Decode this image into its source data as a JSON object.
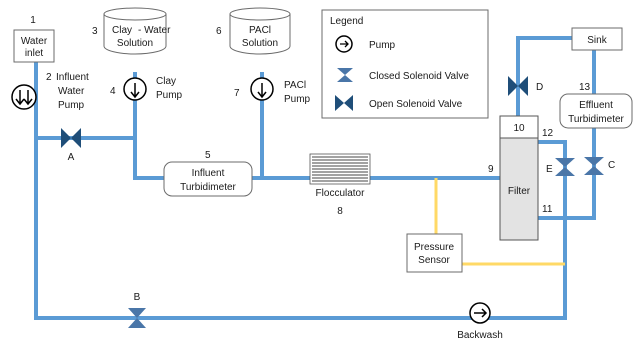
{
  "components": {
    "water_inlet": {
      "num": "1",
      "label_l1": "Water",
      "label_l2": "inlet"
    },
    "influent_pump": {
      "num": "2",
      "label_l1": "Influent",
      "label_l2": "Water",
      "label_l3": "Pump"
    },
    "clay_solution": {
      "num": "3",
      "label_l1": "Clay",
      "label_l1b": "- Water",
      "label_l2": "Solution"
    },
    "clay_pump": {
      "num": "4",
      "label_l1": "Clay",
      "label_l2": "Pump"
    },
    "influent_turbidimeter": {
      "num": "5",
      "label_l1": "Influent",
      "label_l2": "Turbidimeter"
    },
    "pacl_solution": {
      "num": "6",
      "label_l1": "PACl",
      "label_l2": "Solution"
    },
    "pacl_pump": {
      "num": "7",
      "label_l1": "PACl",
      "label_l2": "Pump"
    },
    "flocculator": {
      "num": "8",
      "label": "Flocculator"
    },
    "filter": {
      "label": "Filter",
      "inlet_num": "9",
      "top_num": "10",
      "bottom_num": "11",
      "side_num": "12"
    },
    "effluent_turbidimeter": {
      "num": "13",
      "label_l1": "Effluent",
      "label_l2": "Turbidimeter"
    },
    "sink": {
      "label": "Sink"
    },
    "pressure_sensor": {
      "label_l1": "Pressure",
      "label_l2": "Sensor"
    },
    "backwash": {
      "label": "Backwash"
    }
  },
  "valves": {
    "A": "A",
    "B": "B",
    "C": "C",
    "D": "D",
    "E": "E"
  },
  "legend": {
    "title": "Legend",
    "pump": "Pump",
    "closed_valve": "Closed Solenoid Valve",
    "open_valve": "Open Solenoid Valve"
  },
  "colors": {
    "pipe": "#5b9bd5",
    "sensor_line": "#ffd966",
    "closed_valve": "#4a76a8",
    "open_valve": "#1f4e79",
    "filter_fill": "#e3e3e3"
  }
}
